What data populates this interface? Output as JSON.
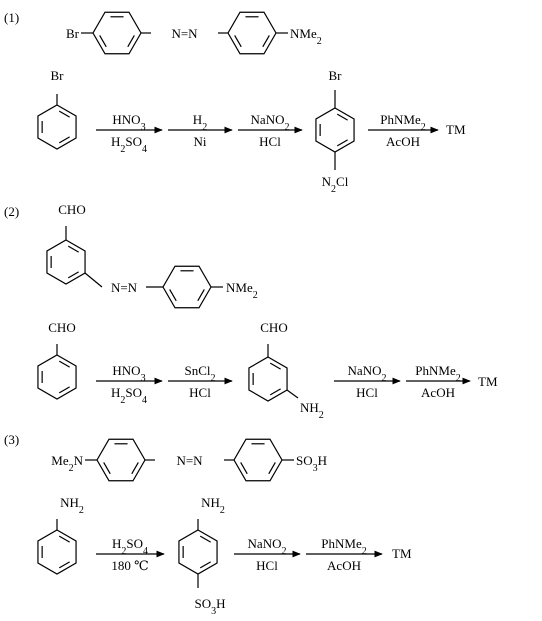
{
  "parts": [
    {
      "number": "(1)",
      "target": {
        "left": "Br",
        "right": "NMe2",
        "azo": "N=N"
      },
      "start": {
        "substituent": "Br"
      },
      "steps": [
        {
          "top": "HNO3",
          "bottom": "H2SO4"
        },
        {
          "top": "H2",
          "bottom": "Ni"
        },
        {
          "top": "NaNO2",
          "bottom": "HCl"
        },
        {
          "top": "PhNMe2",
          "bottom": "AcOH"
        }
      ],
      "intermediate": {
        "top": "Br",
        "bottom": "N2Cl"
      },
      "product": "TM"
    },
    {
      "number": "(2)",
      "target": {
        "top": "CHO",
        "right": "NMe2",
        "azo": "N=N"
      },
      "start": {
        "substituent": "CHO"
      },
      "steps": [
        {
          "top": "HNO3",
          "bottom": "H2SO4"
        },
        {
          "top": "SnCl2",
          "bottom": "HCl"
        },
        {
          "top": "NaNO2",
          "bottom": "HCl"
        },
        {
          "top": "PhNMe2",
          "bottom": "AcOH"
        }
      ],
      "intermediate": {
        "top": "CHO",
        "meta": "NH2"
      },
      "product": "TM"
    },
    {
      "number": "(3)",
      "target": {
        "left": "Me2N",
        "right": "SO3H",
        "azo": "N=N"
      },
      "start": {
        "substituent": "NH2"
      },
      "steps": [
        {
          "top": "H2SO4",
          "bottom": "180 ℃"
        },
        {
          "top": "NaNO2",
          "bottom": "HCl"
        },
        {
          "top": "PhNMe2",
          "bottom": "AcOH"
        }
      ],
      "intermediate": {
        "top": "NH2",
        "bottom": "SO3H"
      },
      "product": "TM"
    }
  ]
}
